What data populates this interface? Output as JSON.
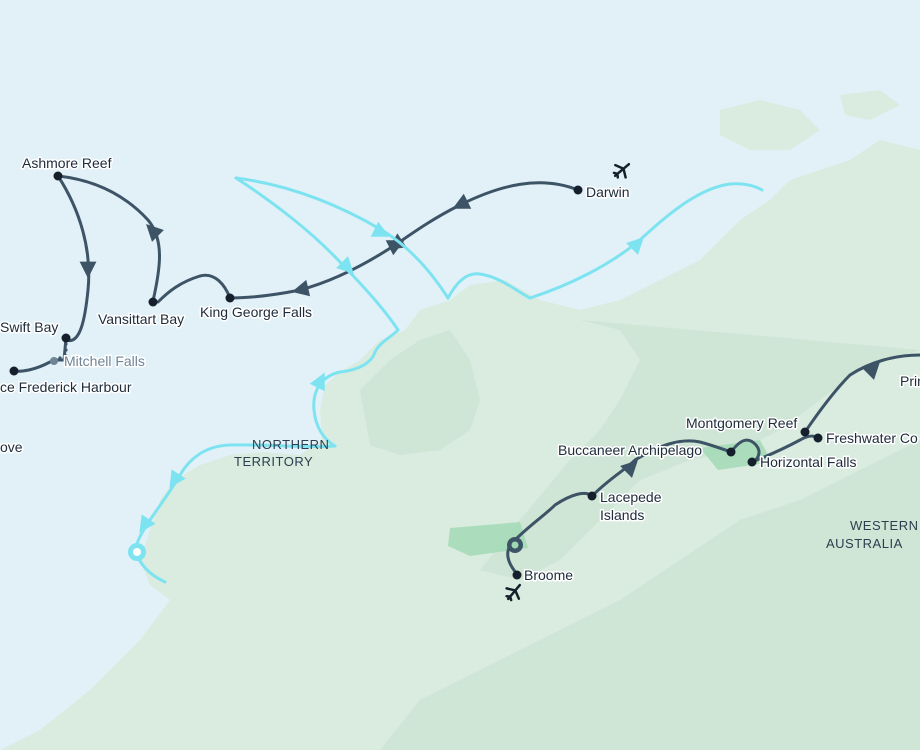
{
  "colors": {
    "sea": "#e2f1f8",
    "land": "#d9ecdf",
    "land_dark": "#cfe5d5",
    "route_dark": "#3d5466",
    "route_light": "#7ee3f0",
    "stop": "#16202c",
    "text": "#1d2b3a",
    "muted": "#6f8596",
    "region_highlight": "#9fd9b3"
  },
  "places": {
    "ashmore_reef": "Ashmore Reef",
    "darwin": "Darwin",
    "vansittart_bay": "Vansittart Bay",
    "king_george_falls": "King George Falls",
    "swift_bay": "Swift Bay",
    "mitchell_falls": "Mitchell Falls",
    "prince_frederick_harbour": "ce Frederick Harbour",
    "cove_fragment": "ove",
    "montgomery_reef": "Montgomery Reef",
    "freshwater_cove": "Freshwater Co",
    "princess_fragment": "Prin",
    "buccaneer_archipelago": "Buccaneer Archipelago",
    "horizontal_falls": "Horizontal Falls",
    "lacepede_islands_1": "Lacepede",
    "lacepede_islands_2": "Islands",
    "broome": "Broome"
  },
  "regions": {
    "northern_territory_1": "NORTHERN",
    "northern_territory_2": "TERRITORY",
    "western_australia_1": "WESTERN",
    "western_australia_2": "AUSTRALIA"
  },
  "icons": {
    "start_marker": "airplane-icon",
    "end_marker": "airplane-icon",
    "badge": "number-badge-icon"
  }
}
